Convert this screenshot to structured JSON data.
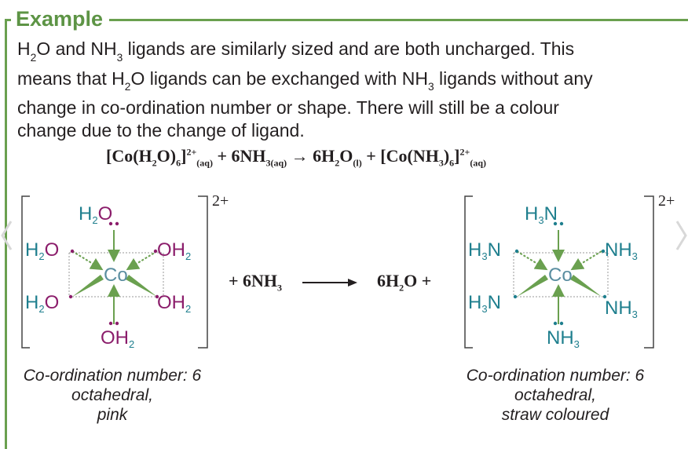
{
  "heading": "Example",
  "intro": {
    "l1a": "H",
    "l1b": "O and NH",
    "l1c": " ligands are similarly sized and are both uncharged.  This",
    "l2a": "means that H",
    "l2b": "O ligands can be exchanged with NH",
    "l2c": " ligands without any",
    "l3": "change in co-ordination number or shape.  There will still be a colour",
    "l4": "change due to the change of ligand.",
    "sub2": "2",
    "sub3": "3"
  },
  "equation": {
    "p1": "[Co(H",
    "s1": "2",
    "p2": "O)",
    "s2": "6",
    "p3": "]",
    "sup1": "2+",
    "s3": "(aq)",
    "p4": " + 6NH",
    "s4": "3(aq)",
    "p5": " → 6H",
    "s5": "2",
    "p6": "O",
    "s6": "(l)",
    "p7": " + [Co(NH",
    "s7": "3",
    "p8": ")",
    "s8": "6",
    "p9": "]",
    "sup2": "2+",
    "s9": "(aq)"
  },
  "middle": {
    "a": "+ 6NH",
    "a_sub": "3",
    "b": "6H",
    "b_sub": "2",
    "c": "O +"
  },
  "left_complex": {
    "charge": "2+",
    "h2o": "H",
    "o": "O",
    "two": "2",
    "oh": "OH",
    "co": "Co",
    "ligand_color": "#8b1d6b"
  },
  "right_complex": {
    "charge": "2+",
    "h3n": "H",
    "three": "3",
    "n": "N",
    "nh": "NH",
    "co": "Co",
    "ligand_color": "#1f7f8e"
  },
  "captions": {
    "left": [
      "Co-ordination number: 6",
      "octahedral,",
      "pink"
    ],
    "right": [
      "Co-ordination number: 6",
      "octahedral,",
      "straw coloured"
    ]
  },
  "colors": {
    "accent": "#6aa04f",
    "arrow": "#6aa04f",
    "cobalt": "#5a8ea0"
  }
}
